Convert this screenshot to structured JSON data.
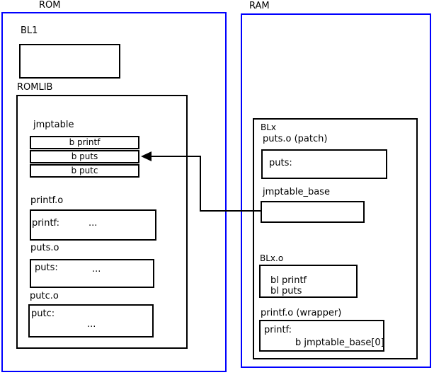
{
  "rom": {
    "title": "ROM",
    "bl1_label": "BL1",
    "romlib_label": "ROMLIB",
    "jmptable": {
      "label": "jmptable",
      "entries": [
        "b printf",
        "b puts",
        "b putc"
      ]
    },
    "printf_o": {
      "label": "printf.o",
      "symbol": "printf:",
      "ellipsis": "..."
    },
    "puts_o": {
      "label": "puts.o",
      "symbol": "puts:",
      "ellipsis": "..."
    },
    "putc_o": {
      "label": "putc.o",
      "symbol": "putc:",
      "ellipsis": "..."
    }
  },
  "ram": {
    "title": "RAM",
    "blx_label": "BLx",
    "puts_patch": {
      "label": "puts.o (patch)",
      "symbol": "puts:"
    },
    "jmptable_base_label": "jmptable_base",
    "blx_o": {
      "label": "BLx.o",
      "line1": "bl printf",
      "line2": "bl puts"
    },
    "printf_wrapper": {
      "label": "printf.o (wrapper)",
      "symbol": "printf:",
      "instruction": "b jmptable_base[0]"
    }
  },
  "colors": {
    "frame_blue": "#0000ff",
    "box_black": "#000000",
    "background": "#ffffff"
  }
}
